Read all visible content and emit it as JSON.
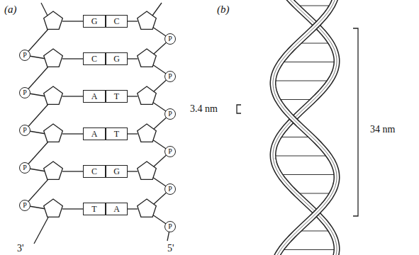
{
  "diagram": {
    "nodes": [
      {
        "text": [
          "G"
        ]
      },
      {
        "text": [
          "C"
        ]
      },
      {
        "text": [
          "C"
        ]
      },
      {
        "text": [
          "G"
        ]
      },
      {
        "text": [
          "A"
        ]
      },
      {
        "text": [
          "T"
        ]
      },
      {
        "text": [
          "A"
        ]
      },
      {
        "text": [
          "T"
        ]
      },
      {
        "text": [
          "C"
        ]
      },
      {
        "text": [
          "G"
        ]
      },
      {
        "text": [
          "T"
        ]
      },
      {
        "text": [
          "A"
        ]
      },
      {
        "text": [
          "P"
        ]
      },
      {
        "text": [
          "P"
        ]
      },
      {
        "text": [
          "P"
        ]
      },
      {
        "text": [
          "P"
        ]
      },
      {
        "text": [
          "P"
        ]
      },
      {
        "text": [
          "P"
        ]
      },
      {
        "text": [
          "P"
        ]
      },
      {
        "text": [
          "P"
        ]
      },
      {
        "text": [
          "P"
        ]
      },
      {
        "text": [
          "P"
        ]
      },
      {
        "text": [
          "P"
        ]
      }
    ],
    "labels": [
      "(a)",
      "(b)",
      "3.4 nm",
      "34 nm",
      "3'",
      "5'"
    ]
  }
}
